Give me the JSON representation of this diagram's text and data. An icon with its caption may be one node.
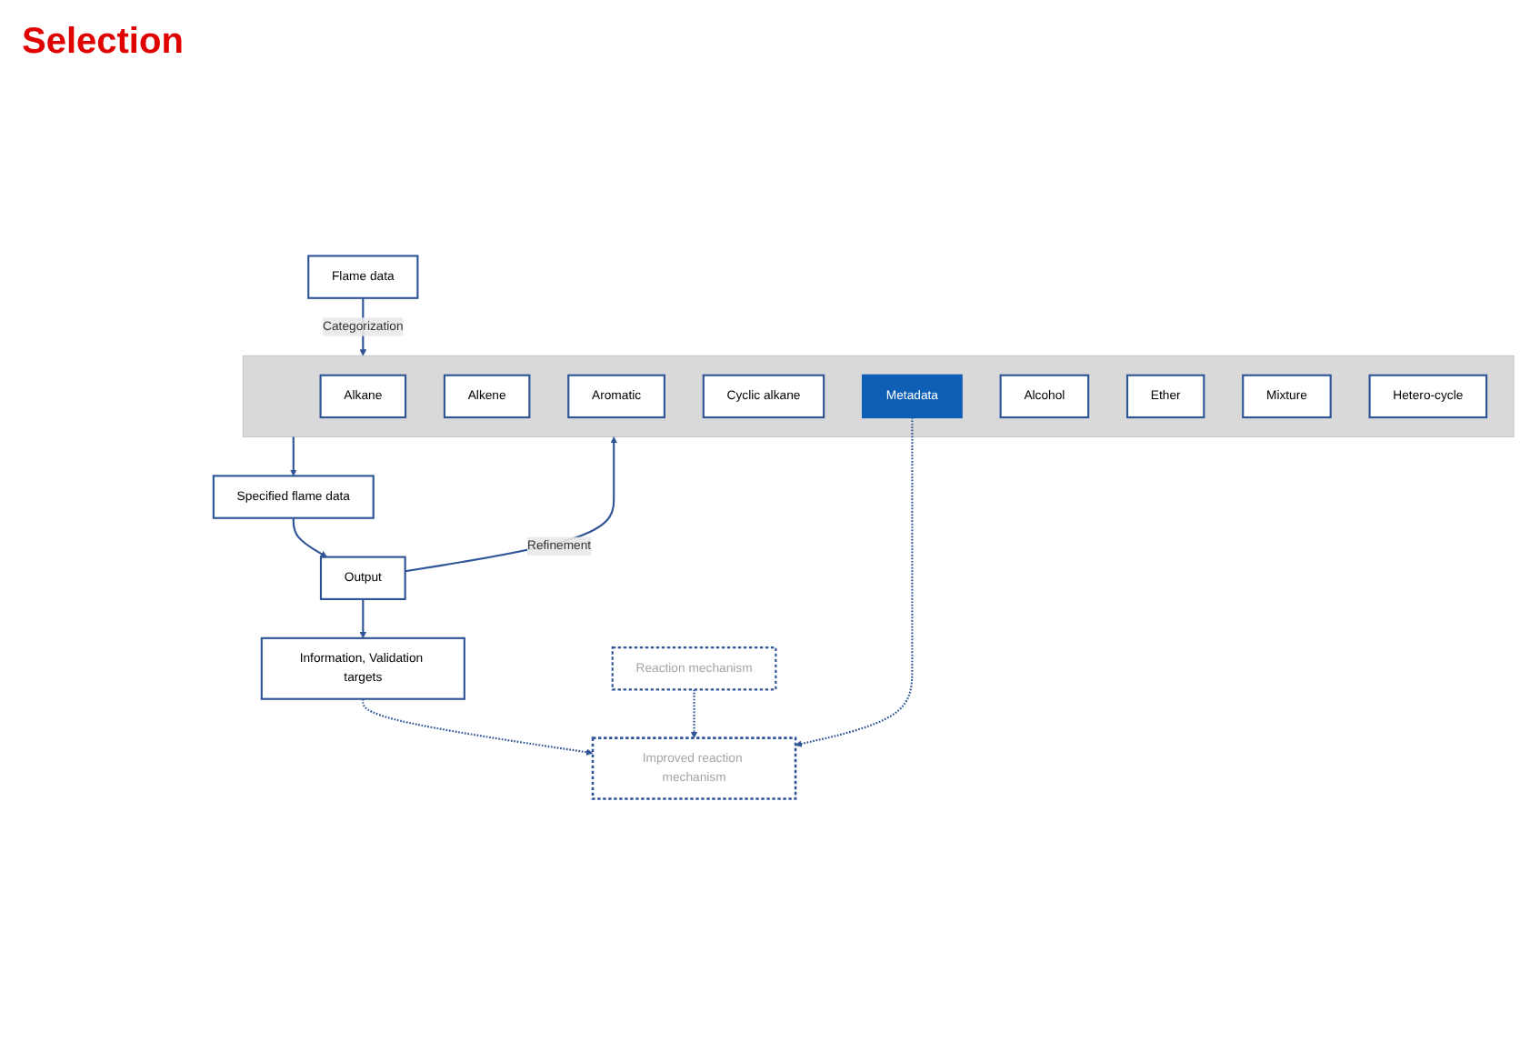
{
  "diagram": {
    "nodes": [
      {
        "text": [
          "Flame data"
        ]
      },
      {
        "text": [],
        "shape": "box"
      },
      {
        "text": [
          "Alkane"
        ],
        "in": 1
      },
      {
        "text": [
          "Alkene"
        ],
        "in": 1
      },
      {
        "text": [
          "Aromatic"
        ],
        "in": 1
      },
      {
        "text": [
          "Cyclic alkane"
        ],
        "in": 1
      },
      {
        "text": [
          "Metadata"
        ],
        "in": 1
      },
      {
        "text": [
          "Alcohol"
        ],
        "in": 1
      },
      {
        "text": [
          "Ether"
        ],
        "in": 1
      },
      {
        "text": [
          "Mixture"
        ],
        "in": 1
      },
      {
        "text": [
          "Hetero-cycle"
        ],
        "in": 1
      },
      {
        "text": [
          "Specified flame data"
        ]
      },
      {
        "text": [
          "Reaction mechanism"
        ]
      },
      {
        "text": [
          "Output"
        ]
      },
      {
        "text": [
          "Information, Validation targets"
        ]
      },
      {
        "text": [
          "Improved reaction mechanism"
        ]
      }
    ],
    "edges": [
      {
        "from": 0,
        "to": 1,
        "arrow": "to",
        "label": "Categorization"
      },
      {
        "from": 1,
        "to": 11,
        "arrow": "to"
      },
      {
        "from": 11,
        "to": 13,
        "arrow": "to"
      },
      {
        "from": 13,
        "to": 14,
        "arrow": "to"
      },
      {
        "from": 14,
        "to": 15,
        "arrow": "to",
        "style": "dashed"
      },
      {
        "from": 12,
        "to": 15,
        "arrow": "to",
        "style": "dashed"
      },
      {
        "from": 6,
        "to": 15,
        "arrow": "to",
        "style": "dashed"
      },
      {
        "from": 13,
        "to": 1,
        "arrow": "to",
        "label": "Refinement"
      }
    ],
    "labels": [
      "Selection"
    ]
  }
}
